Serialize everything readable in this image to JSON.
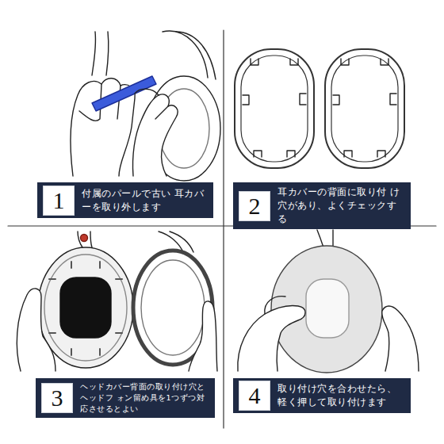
{
  "diagram": {
    "nodes": [
      {
        "text": [
          "付属のパールで古い 耳カバーを取り外します"
        ]
      },
      {
        "text": [
          "1"
        ],
        "in": 0
      },
      {
        "text": [
          "耳カバーの背面に取り付 け穴があり、よくチェックする"
        ]
      },
      {
        "text": [
          "2"
        ],
        "in": 2
      },
      {
        "text": [
          "ヘッドカバー背面の取り付け穴とヘッドフ ォン留め具を1つずつ対応させるとよい"
        ]
      },
      {
        "text": [
          "3"
        ],
        "in": 4
      },
      {
        "text": [
          "取り付け穴を合わせたら、 軽く押して取り付けます"
        ]
      },
      {
        "text": [
          "4"
        ],
        "in": 6
      }
    ]
  }
}
